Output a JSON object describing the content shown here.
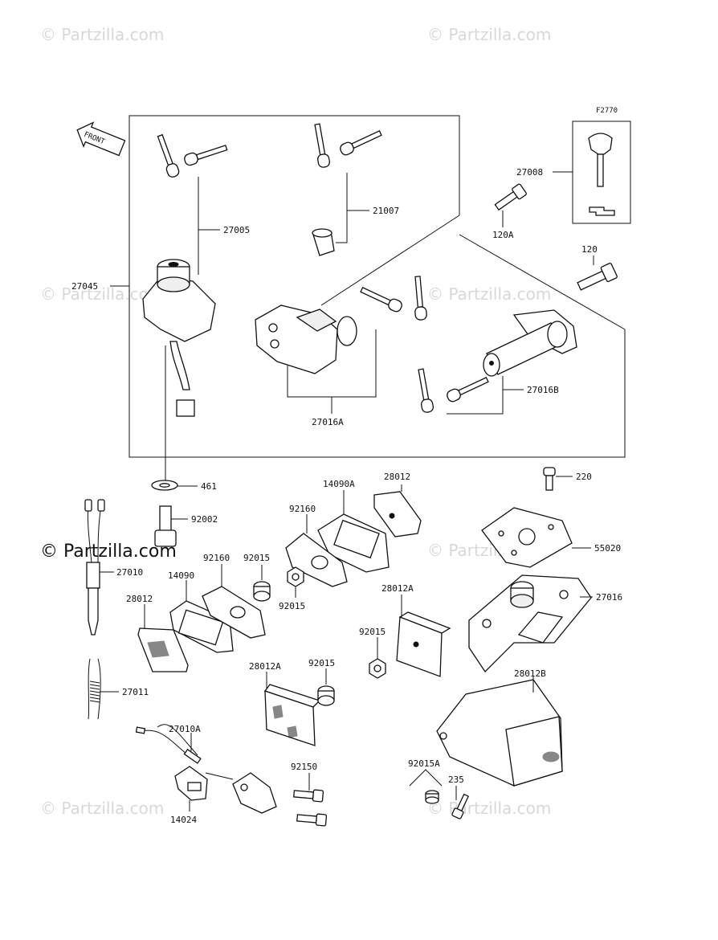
{
  "diagram": {
    "reference_code": "F2770",
    "front_label": "FRONT",
    "watermark_text": "© Partzilla.com",
    "watermark_text_bold": "© Partzilla.com",
    "parts": {
      "p27005": "27005",
      "p21007": "21007",
      "p27008": "27008",
      "p120a": "120A",
      "p120": "120",
      "p27045": "27045",
      "p27016b": "27016B",
      "p27016a": "27016A",
      "p461": "461",
      "p220": "220",
      "p92002": "92002",
      "p14090a": "14090A",
      "p28012_top": "28012",
      "p92160_a": "92160",
      "p55020": "55020",
      "p27016": "27016",
      "p27010": "27010",
      "p14090": "14090",
      "p92160_b": "92160",
      "p92015_a": "92015",
      "p92015_b": "92015",
      "p28012_left": "28012",
      "p28012a_right": "28012A",
      "p92015_c": "92015",
      "p27011": "27011",
      "p28012a_mid": "28012A",
      "p92015_d": "92015",
      "p28012b": "28012B",
      "p27010a": "27010A",
      "p92150": "92150",
      "p92015a": "92015A",
      "p235": "235",
      "p14024": "14024"
    }
  }
}
